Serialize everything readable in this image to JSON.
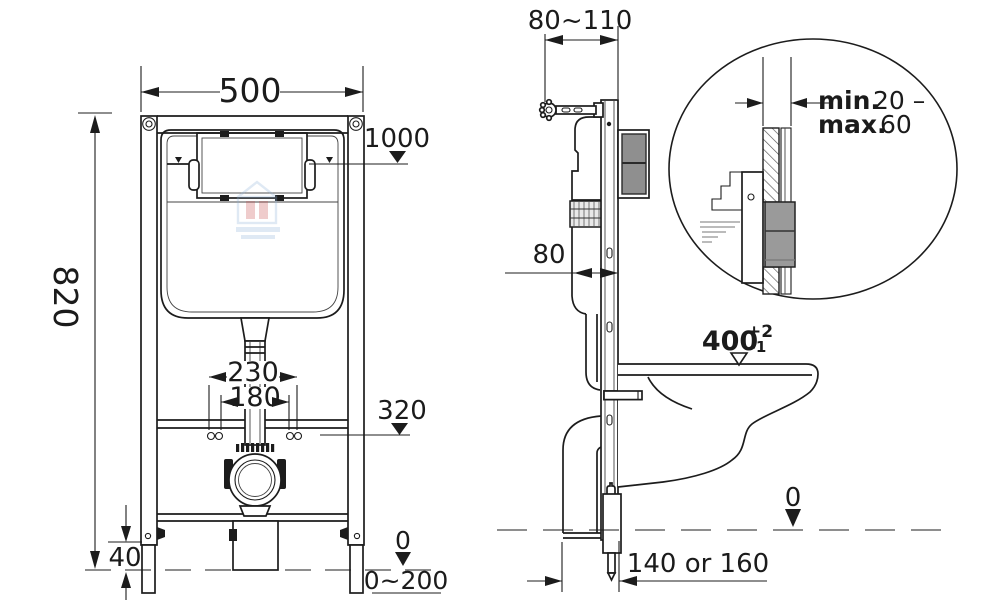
{
  "figure": {
    "front_view": {
      "width_label": "500",
      "height_label": "820",
      "actuation_height_label": "1000",
      "bolt_spacing_outer_label": "230",
      "bolt_spacing_inner_label": "180",
      "outlet_height_label": "320",
      "base_offset_label": "40",
      "floor_level_label": "0",
      "floor_adjust_range_label": "0~200"
    },
    "side_view": {
      "top_bracket_range_label": "80~110",
      "frame_depth_label": "80",
      "bowl_height_label": "400",
      "bowl_height_tol_plus": "+2",
      "bowl_height_tol_minus": "-1",
      "floor_level_label": "0",
      "outlet_distance_label": "140 or 160"
    },
    "detail_view": {
      "min_label": "min.",
      "min_value": "20 –",
      "max_label": "max.",
      "max_value": "60"
    }
  },
  "colors": {
    "line": "#1c1c1c",
    "button_gray": "#8f8f8f",
    "wall_block_gray": "#9a9a9a",
    "watermark_blue": "#8fb3d9",
    "watermark_red": "#c84a4a",
    "background": "#ffffff"
  }
}
